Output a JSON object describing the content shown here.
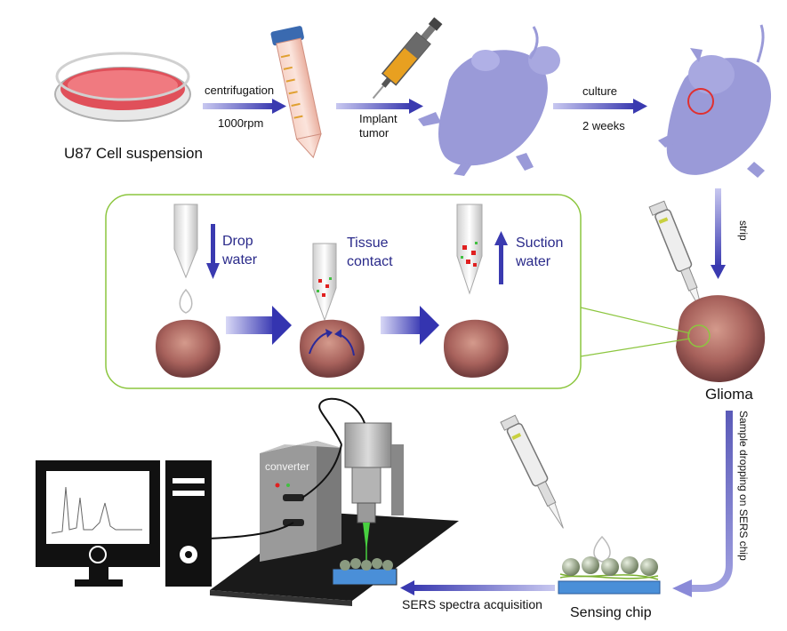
{
  "labels": {
    "cell_suspension": "U87 Cell suspension",
    "centrifugation": "centrifugation",
    "rpm": "1000rpm",
    "implant": "Implant",
    "tumor": "tumor",
    "culture": "culture",
    "weeks": "2 weeks",
    "strip": "strip",
    "glioma": "Glioma",
    "drop": "Drop",
    "drop_water": "water",
    "tissue": "Tissue",
    "contact": "contact",
    "suction": "Suction",
    "suction_water": "water",
    "sample_dropping": "Sample dropping on SERS chip",
    "sensing_chip": "Sensing chip",
    "acquisition": "SERS spectra acquisition",
    "converter": "converter"
  },
  "colors": {
    "mouse": "#9a9ad8",
    "arrow": "#4a4ab8",
    "panel_border": "#8cc63f",
    "tissue": "#b26a6a",
    "dish": "#e0505a",
    "chip_base": "#4a8fd8",
    "chip_bead": "#9aa890",
    "tube": "#f2c0b0",
    "accent_text": "#2a2a8a"
  }
}
